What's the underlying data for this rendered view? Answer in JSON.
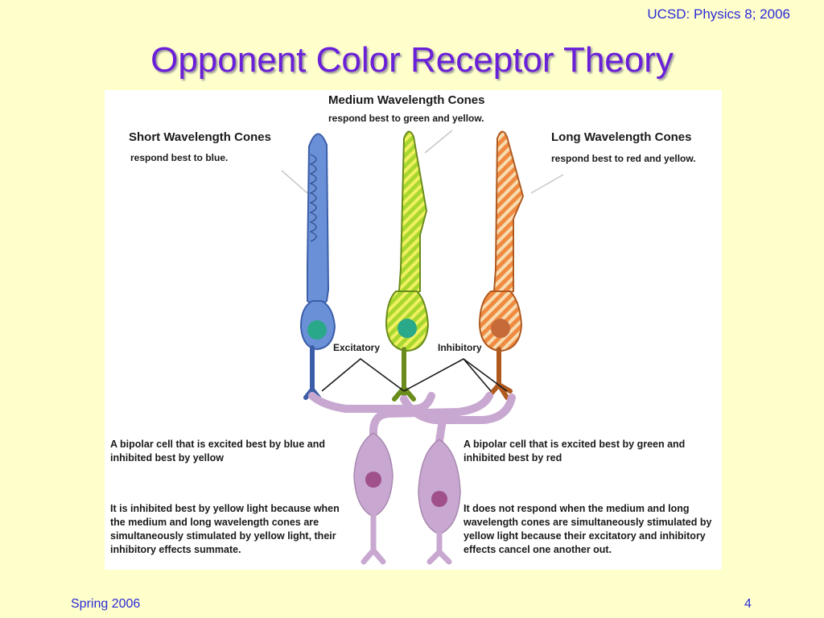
{
  "header": {
    "course": "UCSD: Physics 8; 2006"
  },
  "slide": {
    "title": "Opponent Color Receptor Theory"
  },
  "figure": {
    "medium": {
      "title": "Medium Wavelength Cones",
      "subtitle": "respond best to green and yellow."
    },
    "short": {
      "title": "Short Wavelength Cones",
      "subtitle": "respond best to blue."
    },
    "long": {
      "title": "Long Wavelength Cones",
      "subtitle": "respond best to red and yellow."
    },
    "excitatory": "Excitatory",
    "inhibitory": "Inhibitory",
    "left_bipolar_caption": "A bipolar cell that is excited best by blue and inhibited best by yellow",
    "right_bipolar_caption": "A bipolar cell that is excited best by green and inhibited best by red",
    "left_explanation": "It is inhibited best by yellow light because when the medium and long wavelength cones are simultaneously stimulated by yellow light, their inhibitory effects summate.",
    "right_explanation": "It does not respond when the medium and long wavelength cones are simultaneously stimulated by yellow light because their excitatory and inhibitory effects cancel one another out."
  },
  "colors": {
    "title": "#6a1fd8",
    "header_footer": "#2a2ad6",
    "background": "#ffffcc",
    "short_cone": "#6a90d8",
    "medium_cone_green": "#a8d830",
    "medium_cone_yellow": "#f0f060",
    "long_cone_orange": "#f08a40",
    "long_cone_cream": "#f6dcb0",
    "bipolar_cell": "#c8a8d0",
    "nucleus_bipolar": "#a0508a"
  },
  "footer": {
    "left": "Spring 2006",
    "right": "4"
  }
}
